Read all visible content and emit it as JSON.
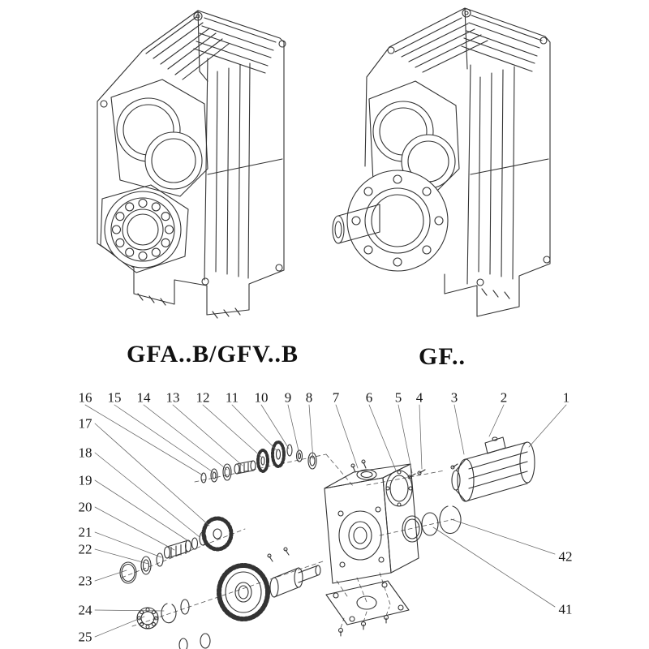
{
  "page": {
    "background": "#ffffff",
    "line_color": "#333333"
  },
  "top_figures": {
    "left": {
      "label": "GFA..B/GFV..B"
    },
    "right": {
      "label": "GF.."
    }
  },
  "exploded_view": {
    "top_callouts": [
      "16",
      "15",
      "14",
      "13",
      "12",
      "11",
      "10",
      "9",
      "8",
      "7",
      "6",
      "5",
      "4",
      "3",
      "2",
      "1"
    ],
    "left_callouts": [
      "17",
      "18",
      "19",
      "20",
      "21",
      "22",
      "23",
      "24",
      "25"
    ],
    "right_callouts": [
      "42",
      "41"
    ]
  }
}
